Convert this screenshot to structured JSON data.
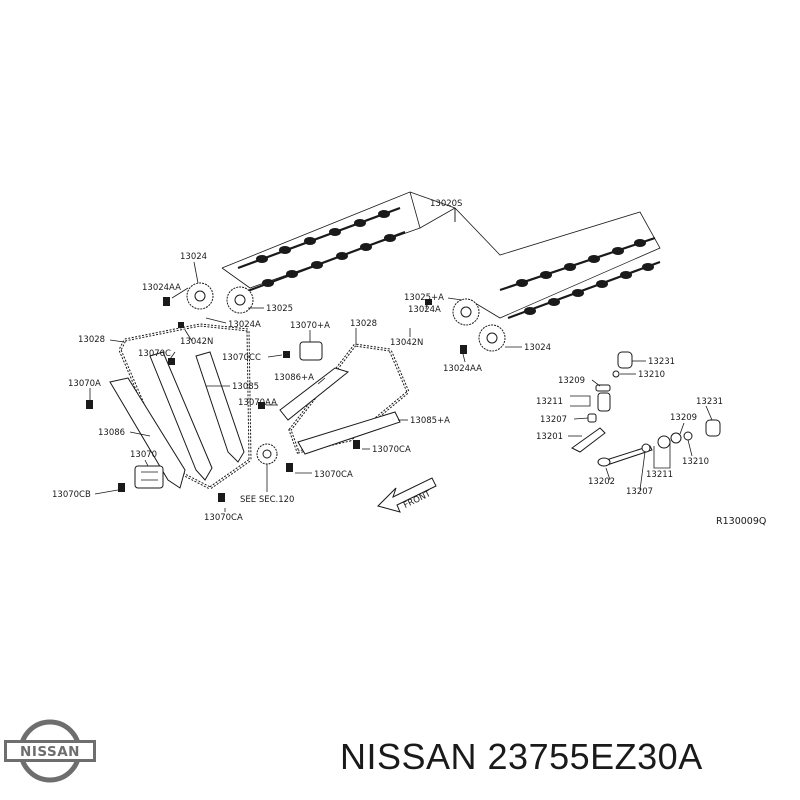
{
  "brand": {
    "logo_text": "NISSAN",
    "logo_color": "#6e6e6e"
  },
  "part": {
    "title": "NISSAN 23755EZ30A"
  },
  "diagram": {
    "code": "R130009Q",
    "front_label": "FRONT",
    "see_sec": "SEE SEC.120",
    "labels": {
      "l13020s": "13020S",
      "l13024_left": "13024",
      "l13024aa_left": "13024AA",
      "l13025": "13025",
      "l13024a_left": "13024A",
      "l13042n_left": "13042N",
      "l13028_left": "13028",
      "l13070c": "13070C",
      "l13070a_left": "13070A",
      "l13085": "13085",
      "l13086": "13086",
      "l13070": "13070",
      "l13070cb": "13070CB",
      "l13070ca_bottom": "13070CA",
      "l13070_a_mid": "13070+A",
      "l13028_mid": "13028",
      "l13070cc": "13070CC",
      "l13086_a": "13086+A",
      "l13070aa": "13070AA",
      "l13085_a": "13085+A",
      "l13070ca_mid": "13070CA",
      "l13070ca_low": "13070CA",
      "l13025_a": "13025+A",
      "l13024a_right": "13024A",
      "l13042n_right": "13042N",
      "l13024_right": "13024",
      "l13024aa_right": "13024AA",
      "l13231_top": "13231",
      "l13210_top": "13210",
      "l13209_left": "13209",
      "l13211_left": "13211",
      "l13207_left": "13207",
      "l13201": "13201",
      "l13202": "13202",
      "l13207_bottom": "13207",
      "l13211_bottom": "13211",
      "l13209_right": "13209",
      "l13231_right": "13231",
      "l13210_right": "13210"
    }
  }
}
